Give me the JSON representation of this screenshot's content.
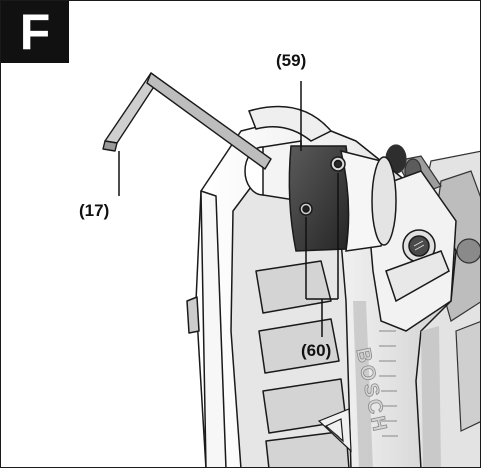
{
  "figure": {
    "letter": "F",
    "callouts": {
      "part_59": "(59)",
      "part_17": "(17)",
      "part_60": "(60)"
    },
    "brand_marking": "BOSCH",
    "colors": {
      "badge_bg": "#111111",
      "body_white": "#f4f4f4",
      "shade": "#c9c9c9",
      "dark_part": "#3a3a3a",
      "outline": "#1a1a1a"
    }
  }
}
